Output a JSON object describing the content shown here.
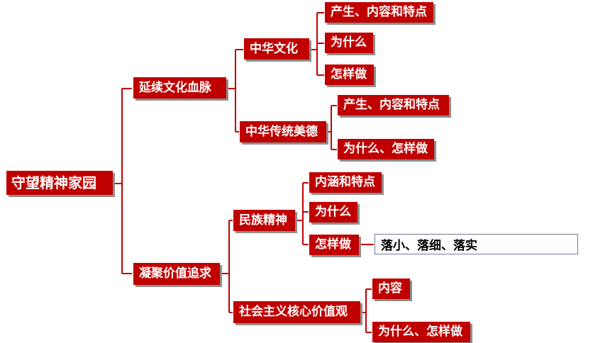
{
  "root": "守望精神家园",
  "branch1": {
    "label": "延续文化血脉",
    "zhonghua_wenhua": {
      "label": "中华文化",
      "items": [
        "产生、内容和特点",
        "为什么",
        "怎样做"
      ]
    },
    "chuantong_meide": {
      "label": "中华传统美德",
      "items": [
        "产生、内容和特点",
        "为什么、怎样做"
      ]
    }
  },
  "branch2": {
    "label": "凝聚价值追求",
    "minzu_jingshen": {
      "label": "民族精神",
      "items": [
        "内涵和特点",
        "为什么",
        "怎样做"
      ],
      "note": "落小、落细、落实"
    },
    "hexin_jiazhiguan": {
      "label": "社会主义核心价值观",
      "items": [
        "内容",
        "为什么、怎样做"
      ]
    }
  },
  "colors": {
    "node_fill": "#c00000",
    "node_text": "#ffffff",
    "connector": "#c00000"
  }
}
